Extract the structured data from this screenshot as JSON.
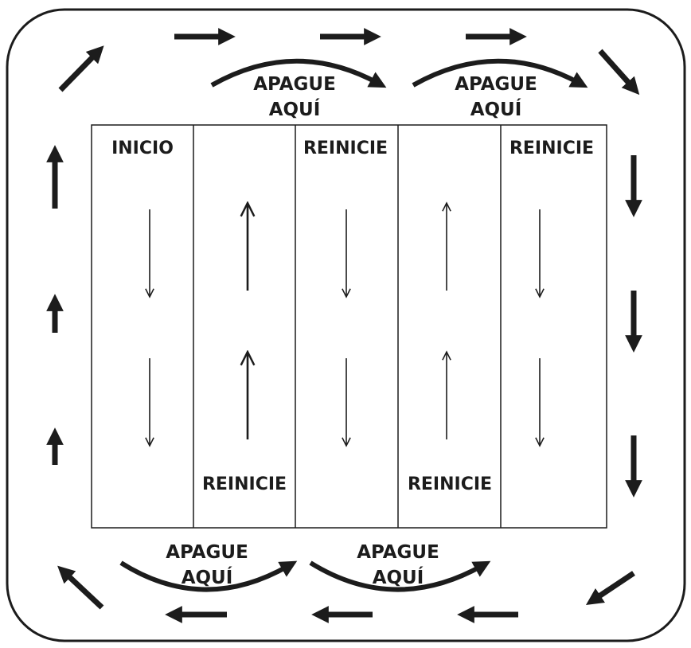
{
  "colors": {
    "ink": "#1c1c1c",
    "background": "#ffffff"
  },
  "labels": {
    "start": "INICIO",
    "restart": "REINICIE",
    "turn_off_line1": "APAGUE",
    "turn_off_line2": "AQUÍ"
  }
}
